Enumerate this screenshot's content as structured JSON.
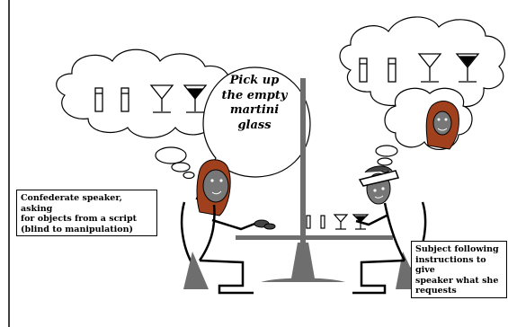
{
  "speech_bubble": {
    "lines": [
      "Pick up",
      "the empty",
      "martini",
      "glass"
    ]
  },
  "captions": {
    "confederate": [
      "Confederate speaker, asking",
      "for objects from a script",
      "(blind to manipulation)"
    ],
    "subject": [
      "Subject following",
      "instructions to give",
      "speaker what she",
      "requests"
    ]
  },
  "colors": {
    "skin": "#777777",
    "hair": "#a0401c",
    "line": "#000000",
    "divider": "#6e6e6e",
    "background": "#ffffff"
  },
  "icons": [
    "thought-bubble",
    "speech-bubble",
    "shot-glass",
    "martini-glass",
    "person",
    "chair",
    "table",
    "hat"
  ]
}
